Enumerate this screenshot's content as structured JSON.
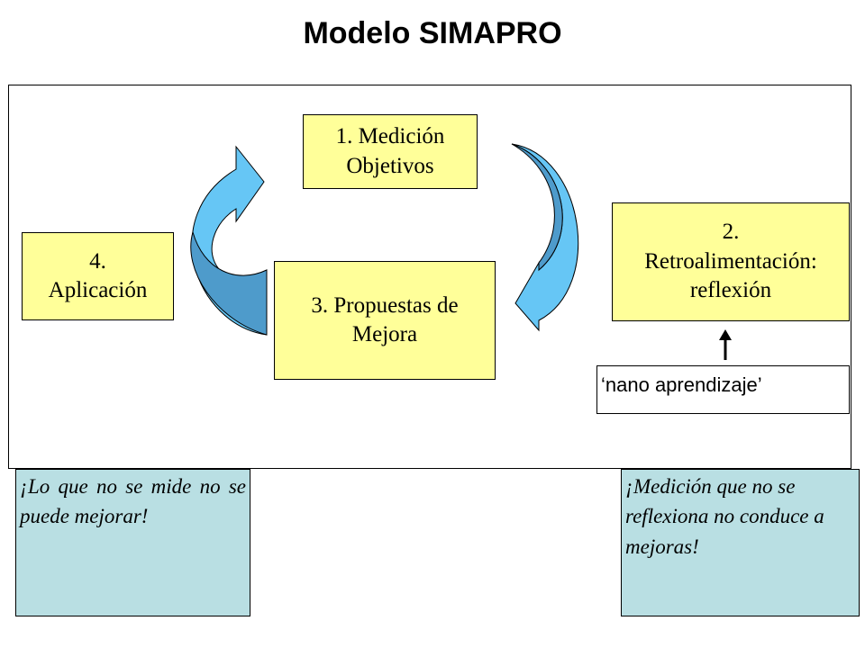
{
  "title": "Modelo SIMAPRO",
  "boxes": {
    "medicion": {
      "line1": "1. Medición",
      "line2": "Objetivos"
    },
    "retroalimentacion": {
      "line1": "2.",
      "line2": "Retroalimentación:",
      "line3": "reflexión"
    },
    "propuestas": {
      "line1": "3. Propuestas de",
      "line2": "Mejora"
    },
    "aplicacion": {
      "line1": "4.",
      "line2": "Aplicación"
    }
  },
  "nano_label": "‘nano aprendizaje’",
  "quotes": {
    "left": "¡Lo que no se mide no se puede mejorar!",
    "right": "¡Medición que no se reflexiona no conduce a mejoras!"
  },
  "colors": {
    "box_fill": "#ffff99",
    "quote_fill": "#b9dfe3",
    "arrow_light": "#66c6f5",
    "arrow_dark": "#4e9bcb"
  }
}
